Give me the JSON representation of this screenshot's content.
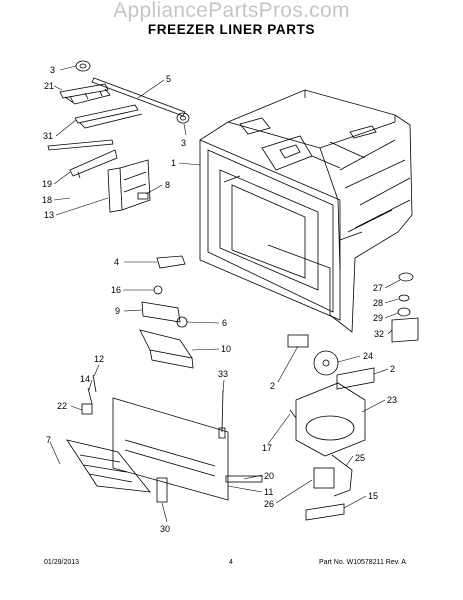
{
  "watermark": "AppliancePartsPros.com",
  "title": "FREEZER LINER PARTS",
  "footer": {
    "date": "01/29/2013",
    "page": "4",
    "part_no": "Part No. W10578211  Rev. A"
  },
  "callouts": {
    "c3a": "3",
    "c21": "21",
    "c5": "5",
    "c3b": "3",
    "c31": "31",
    "c1": "1",
    "c19": "19",
    "c18": "18",
    "c8": "8",
    "c13": "13",
    "c4": "4",
    "c16": "16",
    "c9": "9",
    "c6": "6",
    "c10": "10",
    "c27": "27",
    "c28": "28",
    "c29": "29",
    "c32": "32",
    "c24": "24",
    "c2a": "2",
    "c2b": "2",
    "c12": "12",
    "c14": "14",
    "c33": "33",
    "c22": "22",
    "c23": "23",
    "c17": "17",
    "c7": "7",
    "c20": "20",
    "c25": "25",
    "c11": "11",
    "c26": "26",
    "c15": "15",
    "c30": "30"
  },
  "colors": {
    "watermark": "#969696",
    "line": "#000000",
    "background": "#ffffff"
  }
}
